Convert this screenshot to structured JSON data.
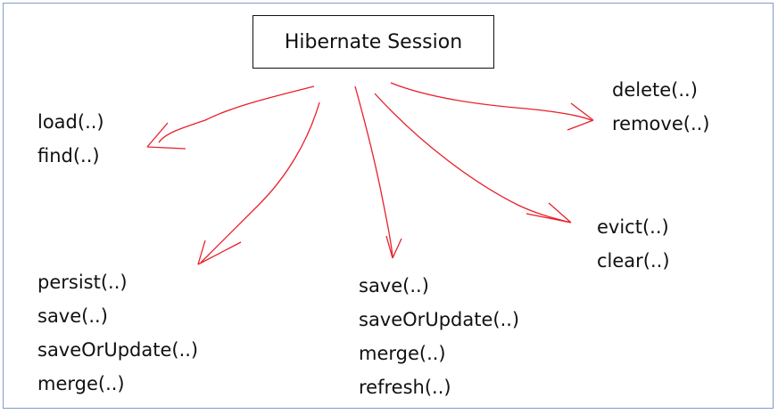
{
  "title": "Hibernate Session",
  "groups": {
    "load": [
      "load(..)",
      "find(..)"
    ],
    "delete": [
      "delete(..)",
      "remove(..)"
    ],
    "evict": [
      "evict(..)",
      "clear(..)"
    ],
    "persist": [
      "persist(..)",
      "save(..)",
      "saveOrUpdate(..)",
      "merge(..)"
    ],
    "save": [
      "save(..)",
      "saveOrUpdate(..)",
      "merge(..)",
      "refresh(..)"
    ]
  },
  "colors": {
    "arrow": "#e8202a",
    "frame": "#7f9cc9"
  }
}
